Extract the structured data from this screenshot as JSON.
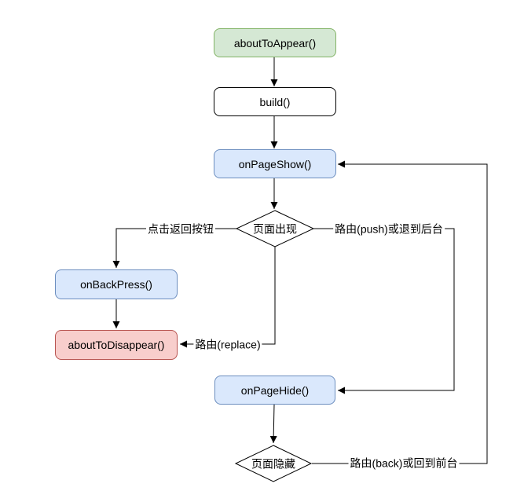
{
  "diagram": {
    "background": "#ffffff",
    "text_color": "#000000",
    "line_color": "#000000",
    "nodes": {
      "about_to_appear": {
        "label": "aboutToAppear()",
        "fill": "#d5e8d4",
        "stroke": "#82b366"
      },
      "build": {
        "label": "build()",
        "fill": "#ffffff",
        "stroke": "#000000"
      },
      "on_page_show": {
        "label": "onPageShow()",
        "fill": "#dae8fc",
        "stroke": "#6c8ebf"
      },
      "page_appear": {
        "label": "页面出现",
        "fill": "#ffffff",
        "stroke": "#000000"
      },
      "on_back_press": {
        "label": "onBackPress()",
        "fill": "#dae8fc",
        "stroke": "#6c8ebf"
      },
      "about_to_disappear": {
        "label": "aboutToDisappear()",
        "fill": "#f8cecc",
        "stroke": "#b85450"
      },
      "on_page_hide": {
        "label": "onPageHide()",
        "fill": "#dae8fc",
        "stroke": "#6c8ebf"
      },
      "page_hidden": {
        "label": "页面隐藏",
        "fill": "#ffffff",
        "stroke": "#000000"
      }
    },
    "edge_labels": {
      "back_button": "点击返回按钮",
      "route_push": "路由(push)或退到后台",
      "route_replace": "路由(replace)",
      "route_back": "路由(back)或回到前台"
    }
  }
}
